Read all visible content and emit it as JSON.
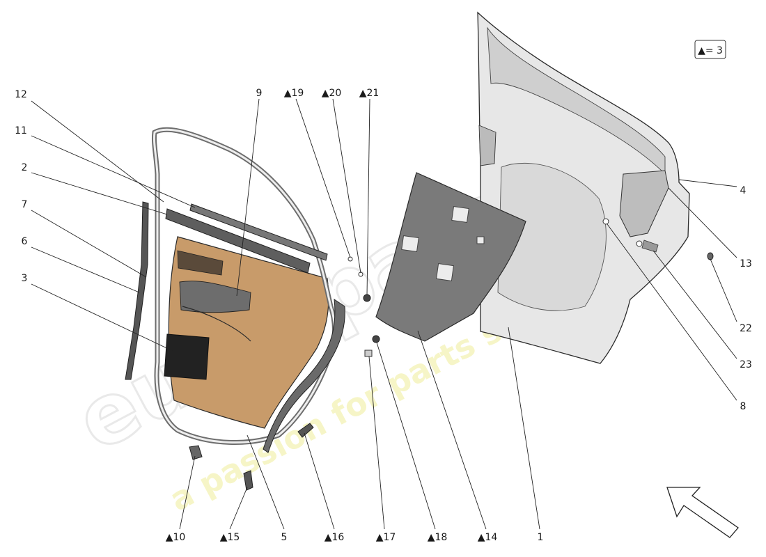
{
  "legend": {
    "text": "▲= 3"
  },
  "watermark": {
    "brand": "eurospares",
    "tagline": "a passion for parts since 1985"
  },
  "callouts": {
    "c1": "1",
    "c2": "2",
    "c3": "3",
    "c4": "4",
    "c5": "5",
    "c6": "6",
    "c7": "7",
    "c8": "8",
    "c9": "9",
    "c10": "▲10",
    "c11": "11",
    "c12": "12",
    "c13": "13",
    "c14": "▲14",
    "c15": "▲15",
    "c16": "▲16",
    "c17": "▲17",
    "c18": "▲18",
    "c19": "▲19",
    "c20": "▲20",
    "c21": "▲21",
    "c22": "22",
    "c23": "23"
  }
}
